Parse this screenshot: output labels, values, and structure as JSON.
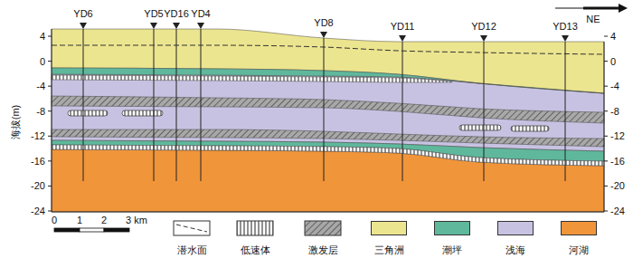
{
  "diagram": {
    "labels": [
      "YD6",
      "YD5",
      "YD16",
      "YD4",
      "YD8",
      "YD11",
      "YD12",
      "YD13",
      "NE",
      "4",
      "0",
      "-4",
      "-8",
      "-12",
      "-16",
      "-20",
      "-24",
      "4",
      "0",
      "-4",
      "-8",
      "-12",
      "-16",
      "-20",
      "-24",
      "海拔(m)",
      "0",
      "1",
      "2",
      "3 km"
    ],
    "legend": [
      {
        "text": "潜水面"
      },
      {
        "text": "低速体"
      },
      {
        "text": "激发层"
      },
      {
        "text": "三角洲",
        "color": "#ece58f"
      },
      {
        "text": "潮坪",
        "color": "#5fb89c"
      },
      {
        "text": "浅海",
        "color": "#c8c2e2"
      },
      {
        "text": "河湖",
        "color": "#f0953a"
      }
    ]
  }
}
